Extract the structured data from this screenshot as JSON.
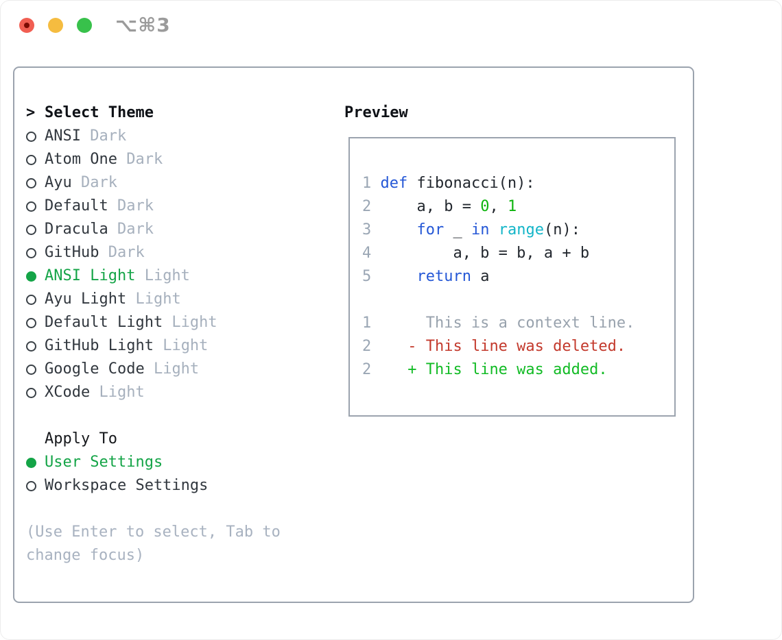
{
  "titlebar": {
    "shortcut": "⌥⌘3",
    "traffic_lights": {
      "close": "#f15e52",
      "close_dot": "#7c0b03",
      "minimize": "#f5bc40",
      "zoom": "#38c14b"
    }
  },
  "theme_panel": {
    "select_header": {
      "prefix": ">",
      "label": "Select Theme"
    },
    "themes": [
      {
        "name": "ANSI",
        "variant": "Dark",
        "selected": false
      },
      {
        "name": "Atom One",
        "variant": "Dark",
        "selected": false
      },
      {
        "name": "Ayu",
        "variant": "Dark",
        "selected": false
      },
      {
        "name": "Default",
        "variant": "Dark",
        "selected": false
      },
      {
        "name": "Dracula",
        "variant": "Dark",
        "selected": false
      },
      {
        "name": "GitHub",
        "variant": "Dark",
        "selected": false
      },
      {
        "name": "ANSI Light",
        "variant": "Light",
        "selected": true
      },
      {
        "name": "Ayu Light",
        "variant": "Light",
        "selected": false
      },
      {
        "name": "Default Light",
        "variant": "Light",
        "selected": false
      },
      {
        "name": "GitHub Light",
        "variant": "Light",
        "selected": false
      },
      {
        "name": "Google Code",
        "variant": "Light",
        "selected": false
      },
      {
        "name": "XCode",
        "variant": "Light",
        "selected": false
      }
    ],
    "apply_to": {
      "label": "Apply To",
      "options": [
        {
          "name": "User Settings",
          "selected": true
        },
        {
          "name": "Workspace Settings",
          "selected": false
        }
      ]
    },
    "help_lines": [
      "(Use Enter to select, Tab to",
      "change focus)"
    ]
  },
  "preview": {
    "label": "Preview",
    "code_lines": [
      {
        "num": "1",
        "segments": [
          {
            "t": "def",
            "c": "kw"
          },
          {
            "t": " fibonacci(n):",
            "c": "fg"
          }
        ]
      },
      {
        "num": "2",
        "segments": [
          {
            "t": "    a, b = ",
            "c": "fg"
          },
          {
            "t": "0",
            "c": "num"
          },
          {
            "t": ", ",
            "c": "fg"
          },
          {
            "t": "1",
            "c": "num"
          }
        ]
      },
      {
        "num": "3",
        "segments": [
          {
            "t": "    ",
            "c": "fg"
          },
          {
            "t": "for",
            "c": "kw"
          },
          {
            "t": " _ ",
            "c": "fg"
          },
          {
            "t": "in",
            "c": "kw"
          },
          {
            "t": " ",
            "c": "fg"
          },
          {
            "t": "range",
            "c": "fn"
          },
          {
            "t": "(n):",
            "c": "fg"
          }
        ]
      },
      {
        "num": "4",
        "segments": [
          {
            "t": "        a, b = b, a + b",
            "c": "fg"
          }
        ]
      },
      {
        "num": "5",
        "segments": [
          {
            "t": "    ",
            "c": "fg"
          },
          {
            "t": "return",
            "c": "kw"
          },
          {
            "t": " a",
            "c": "fg"
          }
        ]
      },
      {
        "num": "",
        "segments": []
      },
      {
        "num": "1",
        "segments": [
          {
            "t": "     This is a context line.",
            "c": "ctx"
          }
        ]
      },
      {
        "num": "2",
        "segments": [
          {
            "t": "   ",
            "c": "fg"
          },
          {
            "t": "- This line was deleted.",
            "c": "del"
          }
        ]
      },
      {
        "num": "2",
        "segments": [
          {
            "t": "   ",
            "c": "fg"
          },
          {
            "t": "+ This line was added.",
            "c": "add"
          }
        ]
      }
    ]
  },
  "colors": {
    "accent_green": "#14a447",
    "keyword_blue": "#2457d6",
    "function_cyan": "#13b5c8",
    "number_green": "#0db40d",
    "deleted_red": "#c3392c",
    "added_green": "#12bb25",
    "muted_gray": "#a6b0bd",
    "help_gray": "#a8b2c0",
    "border_gray": "#9ba3ae"
  }
}
